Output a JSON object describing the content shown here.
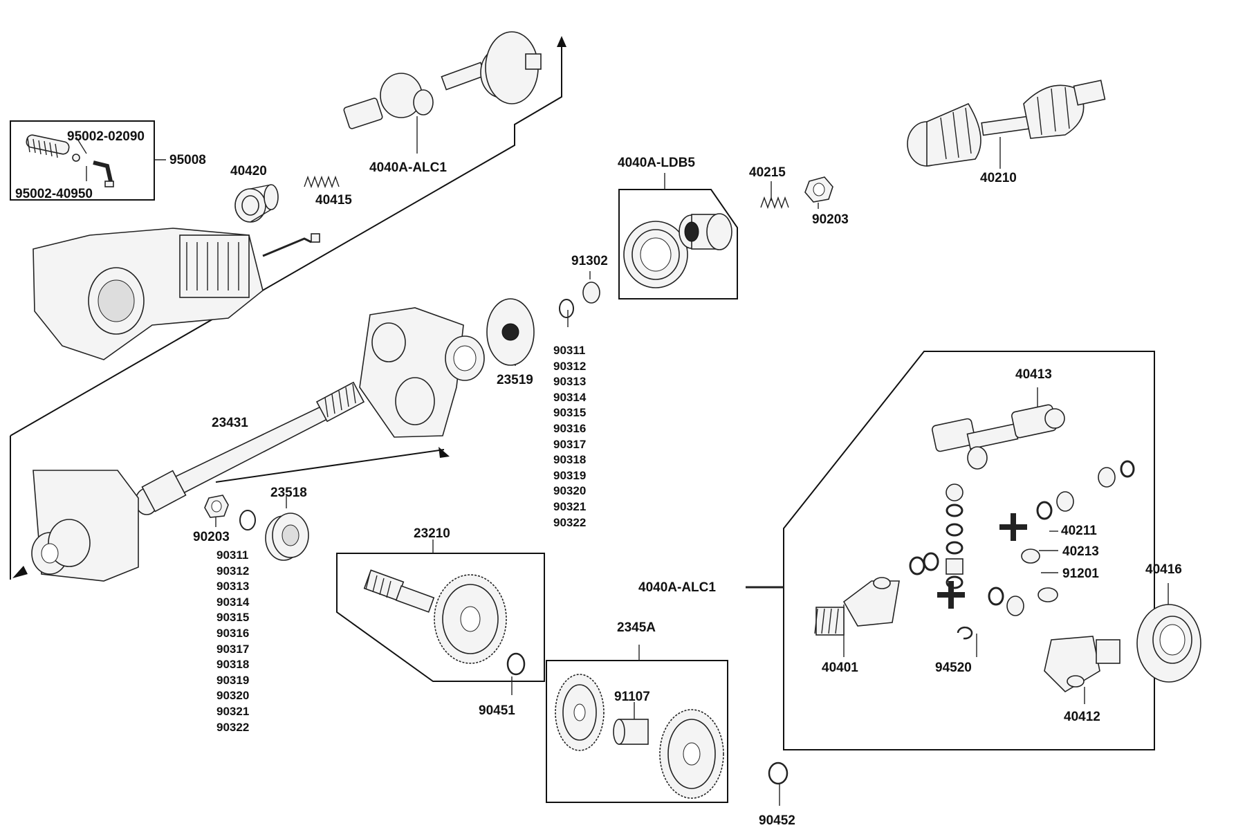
{
  "labels": {
    "p95002_02090": "95002-02090",
    "p95002_40950": "95002-40950",
    "p95008": "95008",
    "p40420": "40420",
    "p40415": "40415",
    "p4040A_ALC1_top": "4040A-ALC1",
    "p4040A_LDB5": "4040A-LDB5",
    "p40215": "40215",
    "p90203_top": "90203",
    "p40210": "40210",
    "p91302": "91302",
    "p23519": "23519",
    "p23431": "23431",
    "p23518": "23518",
    "p90203_left": "90203",
    "p23210": "23210",
    "p90451": "90451",
    "p2345A": "2345A",
    "p91107": "91107",
    "p90452": "90452",
    "p40413": "40413",
    "p40211": "40211",
    "p40213": "40213",
    "p91201": "91201",
    "p40416": "40416",
    "p4040A_ALC1_right": "4040A-ALC1",
    "p40401": "40401",
    "p94520": "94520",
    "p40412": "40412"
  },
  "shim_series_right": [
    "90311",
    "90312",
    "90313",
    "90314",
    "90315",
    "90316",
    "90317",
    "90318",
    "90319",
    "90320",
    "90321",
    "90322"
  ],
  "shim_series_left": [
    "90311",
    "90312",
    "90313",
    "90314",
    "90315",
    "90316",
    "90317",
    "90318",
    "90319",
    "90320",
    "90321",
    "90322"
  ]
}
